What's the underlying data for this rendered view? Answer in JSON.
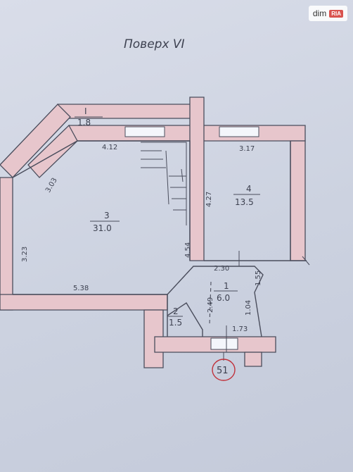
{
  "watermark": {
    "brand": "dim",
    "sub": "RIA"
  },
  "plan": {
    "title": "Поверх VI",
    "unit_number": "51",
    "rooms": [
      {
        "num": "I",
        "area": "1.8"
      },
      {
        "num": "3",
        "area": "31.0"
      },
      {
        "num": "4",
        "area": "13.5"
      },
      {
        "num": "1",
        "area": "6.0"
      },
      {
        "num": "2",
        "area": "1.5"
      }
    ],
    "dimensions": [
      "4.12",
      "3.17",
      "3.03",
      "4.27",
      "3.23",
      "4.54",
      "5.38",
      "2.30",
      "1.55",
      "2.49",
      "1.04",
      "1.73"
    ]
  },
  "colors": {
    "wall": "#e7c6cc",
    "line": "#4a4d5c",
    "stamp": "#c0303a"
  }
}
